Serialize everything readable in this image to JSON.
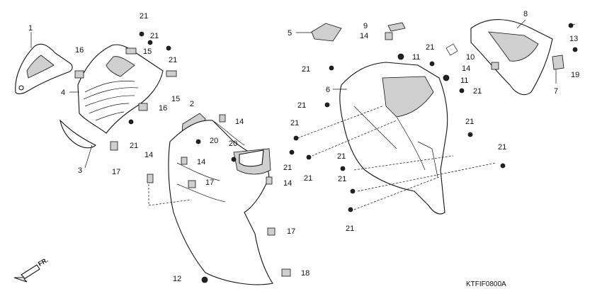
{
  "diagram": {
    "ref_code": "KTFIF0800A",
    "direction_label": "FR.",
    "callouts": [
      "1",
      "2",
      "3",
      "4",
      "5",
      "6",
      "7",
      "8",
      "9",
      "10",
      "11",
      "12",
      "13",
      "14",
      "15",
      "16",
      "17",
      "18",
      "19",
      "20",
      "21"
    ]
  },
  "colors": {
    "line": "#111111",
    "shade": "#cfcfcf",
    "background": "#ffffff"
  }
}
